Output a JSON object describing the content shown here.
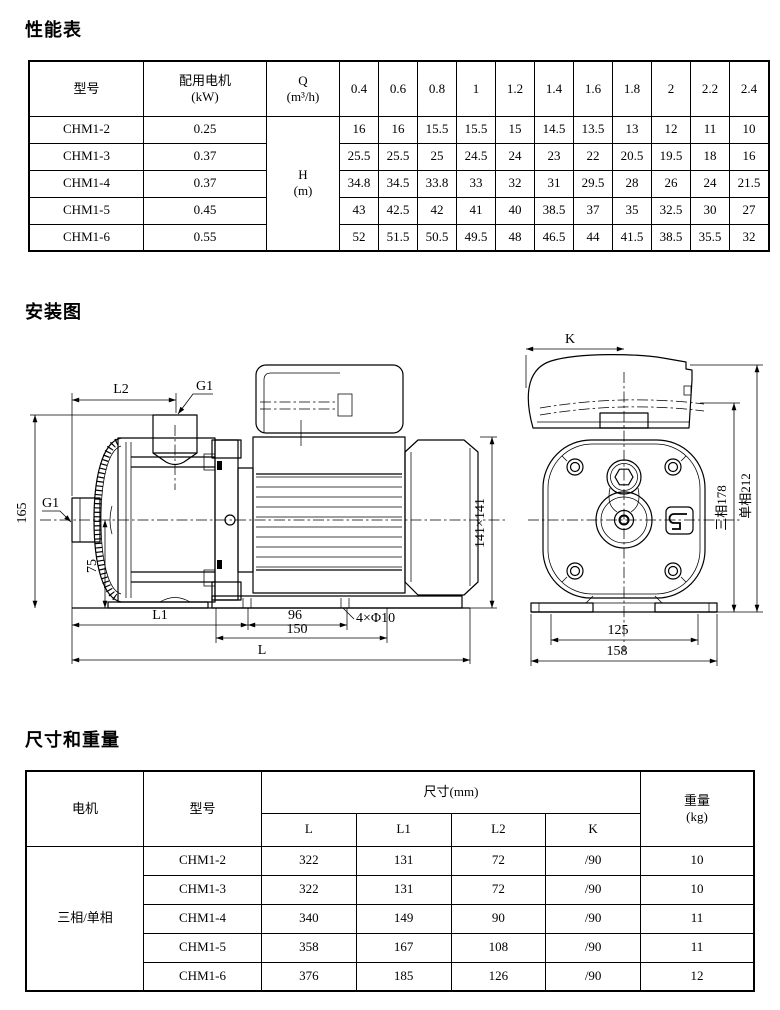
{
  "sections": {
    "performance": {
      "title": "性能表"
    },
    "installation": {
      "title": "安装图"
    },
    "dimensions": {
      "title": "尺寸和重量"
    }
  },
  "perf_table": {
    "col_model": "型号",
    "col_motor_line1": "配用电机",
    "col_motor_line2": "(kW)",
    "col_q_line1": "Q",
    "col_q_line2": "(m³/h)",
    "h_cell_line1": "H",
    "h_cell_line2": "(m)",
    "flow_values": [
      "0.4",
      "0.6",
      "0.8",
      "1",
      "1.2",
      "1.4",
      "1.6",
      "1.8",
      "2",
      "2.2",
      "2.4"
    ],
    "rows": [
      {
        "model": "CHM1-2",
        "power": "0.25",
        "heads": [
          "16",
          "16",
          "15.5",
          "15.5",
          "15",
          "14.5",
          "13.5",
          "13",
          "12",
          "11",
          "10"
        ]
      },
      {
        "model": "CHM1-3",
        "power": "0.37",
        "heads": [
          "25.5",
          "25.5",
          "25",
          "24.5",
          "24",
          "23",
          "22",
          "20.5",
          "19.5",
          "18",
          "16"
        ]
      },
      {
        "model": "CHM1-4",
        "power": "0.37",
        "heads": [
          "34.8",
          "34.5",
          "33.8",
          "33",
          "32",
          "31",
          "29.5",
          "28",
          "26",
          "24",
          "21.5"
        ]
      },
      {
        "model": "CHM1-5",
        "power": "0.45",
        "heads": [
          "43",
          "42.5",
          "42",
          "41",
          "40",
          "38.5",
          "37",
          "35",
          "32.5",
          "30",
          "27"
        ]
      },
      {
        "model": "CHM1-6",
        "power": "0.55",
        "heads": [
          "52",
          "51.5",
          "50.5",
          "49.5",
          "48",
          "46.5",
          "44",
          "41.5",
          "38.5",
          "35.5",
          "32"
        ]
      }
    ]
  },
  "diagram": {
    "labels": {
      "l2": "L2",
      "g1_top": "G1",
      "g1_left": "G1",
      "dim165": "165",
      "dim75": "75",
      "l1": "L1",
      "dim96": "96",
      "bolt_holes": "4×Φ10",
      "dim150": "150",
      "l": "L",
      "square": "141×141",
      "k": "K",
      "three_phase": "三相178",
      "single_phase": "单相212",
      "dim125": "125",
      "dim158": "158"
    }
  },
  "dim_table": {
    "col_motor": "电机",
    "col_model": "型号",
    "col_size": "尺寸(mm)",
    "col_l": "L",
    "col_l1": "L1",
    "col_l2": "L2",
    "col_k": "K",
    "col_weight_line1": "重量",
    "col_weight_line2": "(kg)",
    "motor_type": "三相/单相",
    "rows": [
      {
        "model": "CHM1-2",
        "l": "322",
        "l1": "131",
        "l2": "72",
        "k": "/90",
        "weight": "10"
      },
      {
        "model": "CHM1-3",
        "l": "322",
        "l1": "131",
        "l2": "72",
        "k": "/90",
        "weight": "10"
      },
      {
        "model": "CHM1-4",
        "l": "340",
        "l1": "149",
        "l2": "90",
        "k": "/90",
        "weight": "11"
      },
      {
        "model": "CHM1-5",
        "l": "358",
        "l1": "167",
        "l2": "108",
        "k": "/90",
        "weight": "11"
      },
      {
        "model": "CHM1-6",
        "l": "376",
        "l1": "185",
        "l2": "126",
        "k": "/90",
        "weight": "12"
      }
    ]
  }
}
